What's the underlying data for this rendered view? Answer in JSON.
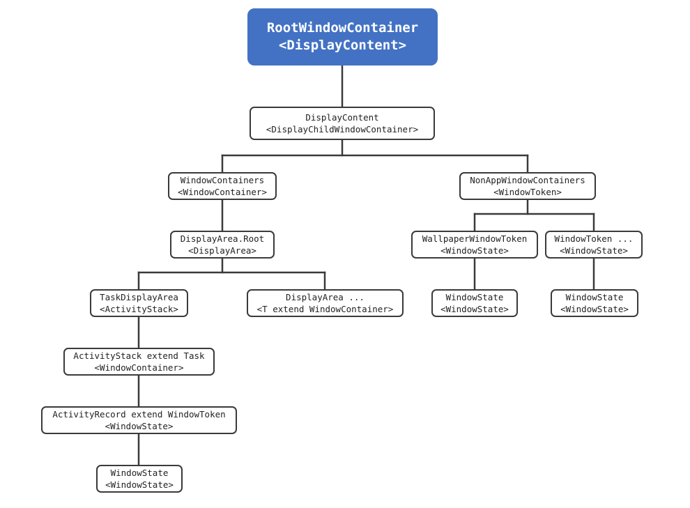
{
  "colors": {
    "root_fill": "#4372c4",
    "line": "#3a3a3a",
    "node_fill": "#ffffff"
  },
  "nodes": {
    "root": {
      "name": "RootWindowContainer",
      "type": "<DisplayContent>"
    },
    "display_content": {
      "name": "DisplayContent",
      "type": "<DisplayChildWindowContainer>"
    },
    "window_containers": {
      "name": "WindowContainers",
      "type": "<WindowContainer>"
    },
    "non_app_window_containers": {
      "name": "NonAppWindowContainers",
      "type": "<WindowToken>"
    },
    "display_area_root": {
      "name": "DisplayArea.Root",
      "type": "<DisplayArea>"
    },
    "wallpaper_window_token": {
      "name": "WallpaperWindowToken",
      "type": "<WindowState>"
    },
    "window_token_more": {
      "name": "WindowToken ...",
      "type": "<WindowState>"
    },
    "task_display_area": {
      "name": "TaskDisplayArea",
      "type": "<ActivityStack>"
    },
    "display_area_more": {
      "name": "DisplayArea ...",
      "type": "<T extend WindowContainer>"
    },
    "wallpaper_window_state": {
      "name": "WindowState",
      "type": "<WindowState>"
    },
    "token_window_state": {
      "name": "WindowState",
      "type": "<WindowState>"
    },
    "activity_stack": {
      "name": "ActivityStack extend Task",
      "type": "<WindowContainer>"
    },
    "activity_record": {
      "name": "ActivityRecord extend WindowToken",
      "type": "<WindowState>"
    },
    "activity_window_state": {
      "name": "WindowState",
      "type": "<WindowState>"
    }
  }
}
